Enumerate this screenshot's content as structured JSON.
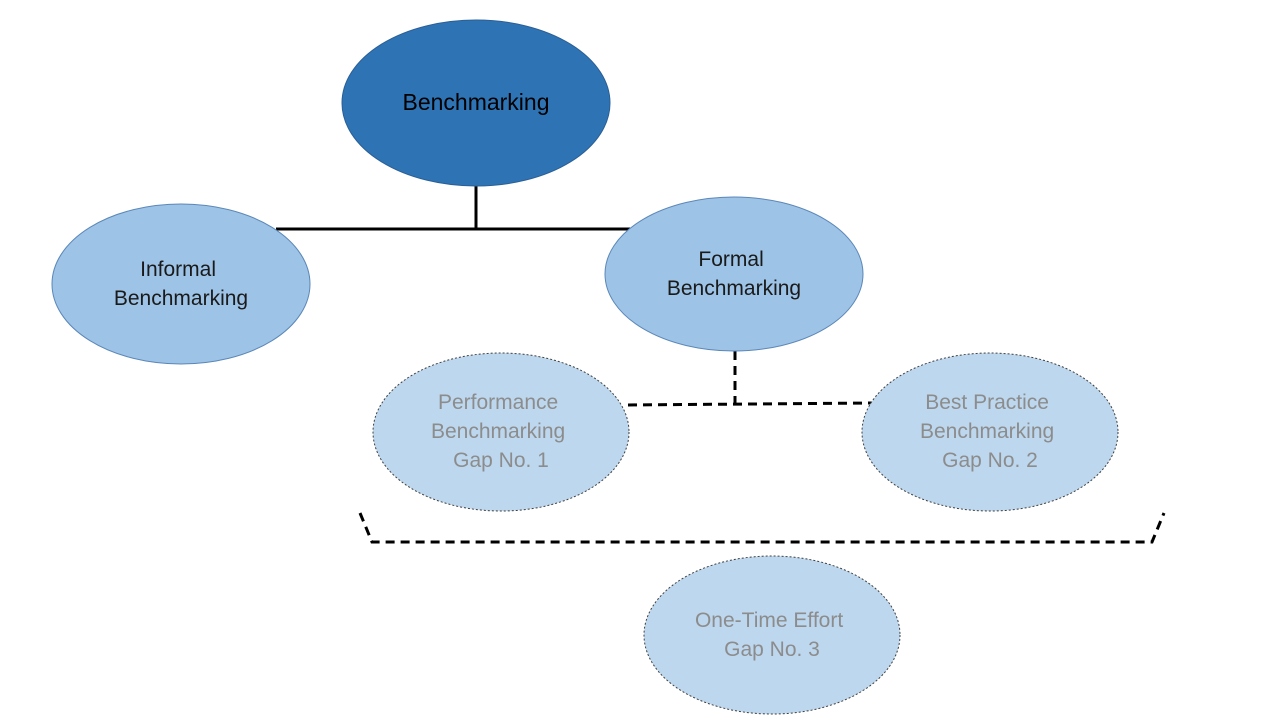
{
  "colors": {
    "root_fill": "#2e74b5",
    "root_stroke": "#2a5f96",
    "level1_fill": "#9dc3e6",
    "level1_stroke": "#5b87b8",
    "level2_fill": "#bdd7ee",
    "level2_stroke": "#404040",
    "root_text": "#000000",
    "level1_text": "#1a1a1a",
    "level2_text": "#8c8c8c",
    "connector": "#000000"
  },
  "nodes": {
    "root": {
      "lines": [
        "Benchmarking"
      ]
    },
    "informal": {
      "lines": [
        "Informal",
        "Benchmarking"
      ]
    },
    "formal": {
      "lines": [
        "Formal",
        "Benchmarking"
      ]
    },
    "performance": {
      "lines": [
        "Performance",
        "Benchmarking",
        "Gap No. 1"
      ]
    },
    "best_practice": {
      "lines": [
        "Best Practice",
        "Benchmarking",
        "Gap No. 2"
      ]
    },
    "one_time": {
      "lines": [
        "One-Time Effort",
        "Gap No. 3"
      ]
    }
  }
}
